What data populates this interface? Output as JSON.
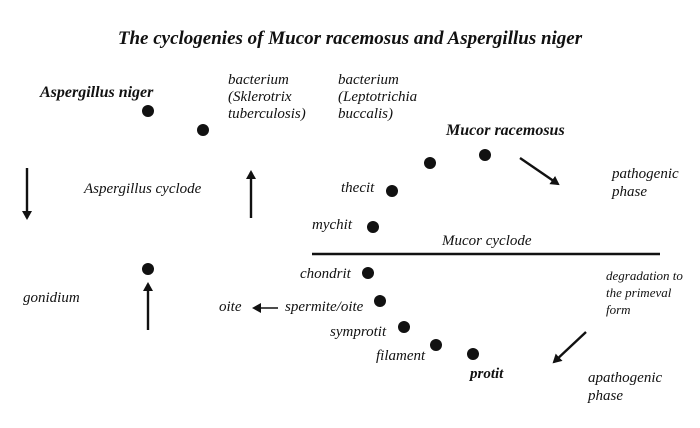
{
  "title": "The cyclogenies of Mucor racemosus and Aspergillus niger",
  "labels": {
    "aspergillus_niger": "Aspergillus niger",
    "bacterium_a": "bacterium",
    "bacterium_a_sub1": "(Sklerotrix",
    "bacterium_a_sub2": "tuberculosis)",
    "bacterium_b": "bacterium",
    "bacterium_b_sub1": "(Leptotrichia",
    "bacterium_b_sub2": "buccalis)",
    "mucor_racemosus": "Mucor racemosus",
    "pathogenic_1": "pathogenic",
    "pathogenic_2": "phase",
    "aspergillus_cyclode": "Aspergillus cyclode",
    "thecit": "thecit",
    "mychit": "mychit",
    "mucor_cyclode": "Mucor cyclode",
    "chondrit": "chondrit",
    "gonidium": "gonidium",
    "oite": "oite",
    "spermite_oite": "spermite/oite",
    "degradation_1": "degradation to",
    "degradation_2": "the primeval",
    "degradation_3": "form",
    "symprotit": "symprotit",
    "filament": "filament",
    "protit": "protit",
    "apathogenic_1": "apathogenic",
    "apathogenic_2": "phase"
  }
}
